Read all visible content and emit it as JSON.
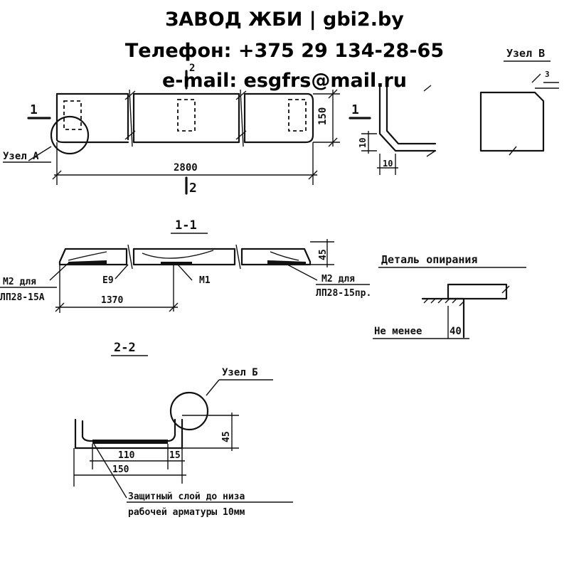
{
  "header": {
    "line1": "ЗАВОД ЖБИ | gbi2.by",
    "line2": "Телефон: +375 29 134-28-65",
    "line3": "e-mail: esgfrs@mail.ru"
  },
  "drawing": {
    "plan": {
      "section_mark_1": "1",
      "section_mark_2_top": "2",
      "section_mark_2_bottom": "2",
      "length_dim": "2800",
      "height_dim": "150",
      "node_label": "Узел А"
    },
    "section_1_1": {
      "title": "1-1",
      "height_dim": "45",
      "m2_left_label": "М2 для",
      "m2_left_sub": "ЛП28-15А",
      "m2_right_label": "М2 для",
      "m2_right_sub": "ЛП28-15пр.",
      "m1_label": "М1",
      "e9_label": "Е9",
      "span_dim": "1370"
    },
    "node_a_detail": {
      "mark": "1",
      "dim_v": "10",
      "dim_h": "10"
    },
    "node_b_detail": {
      "title": "Узел В",
      "dim": "3"
    },
    "support_detail": {
      "title": "Деталь опирания",
      "min_label": "Не менее",
      "min_value": "40"
    },
    "section_2_2": {
      "title": "2-2",
      "node_label": "Узел Б",
      "height_dim": "45",
      "inner_dim": "110",
      "edge_dim": "15",
      "width_dim": "150",
      "note_line1": "Защитный слой до низа",
      "note_line2": "рабочей арматуры 10мм"
    }
  }
}
